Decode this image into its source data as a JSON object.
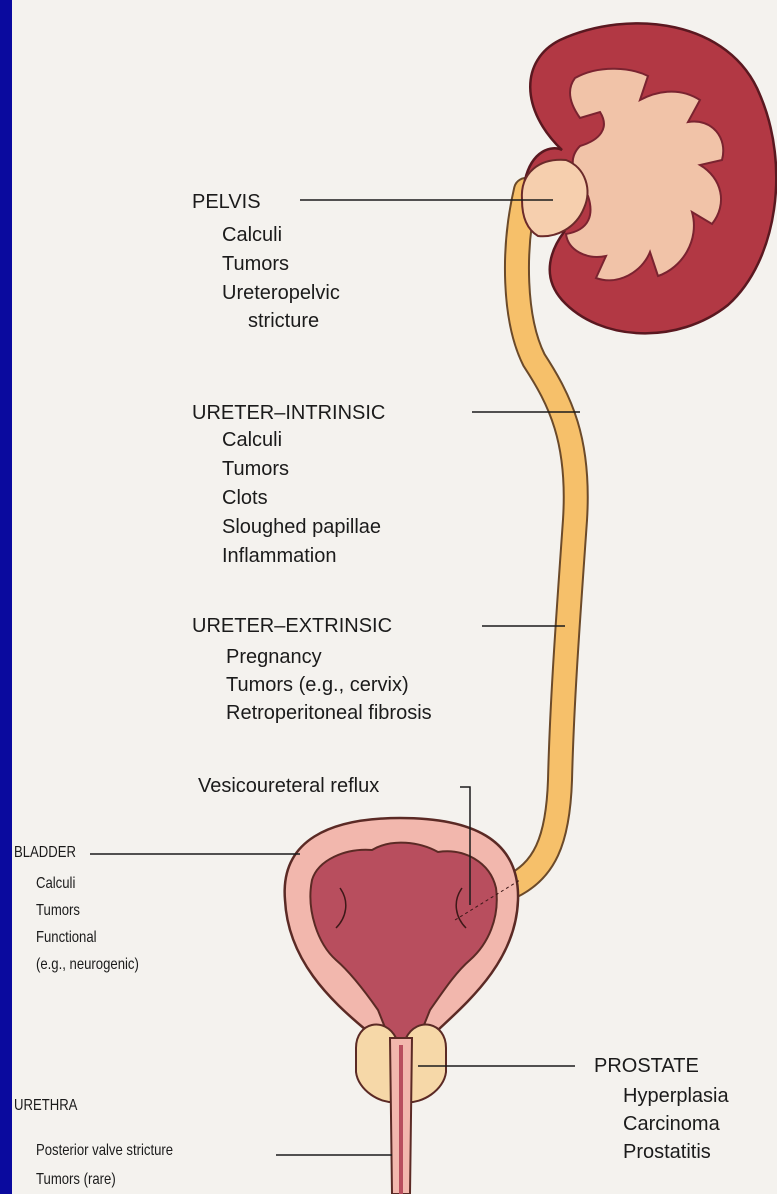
{
  "colors": {
    "frame": "#0a0a9e",
    "paper": "#f4f2ee",
    "kidney_cortex": "#b23844",
    "kidney_medulla": "#8f2d3a",
    "pelvis_fill": "#f2c7a5",
    "ureter": "#f6c06a",
    "bladder_wall": "#f2b7ad",
    "bladder_lumen": "#b84e5e",
    "prostate": "#f6d8a8"
  },
  "labels": {
    "pelvis": {
      "title": "PELVIS",
      "items": [
        "Calculi",
        "Tumors",
        "Ureteropelvic",
        "stricture"
      ]
    },
    "ureter_intrinsic": {
      "title": "URETER–INTRINSIC",
      "items": [
        "Calculi",
        "Tumors",
        "Clots",
        "Sloughed papillae",
        "Inflammation"
      ]
    },
    "ureter_extrinsic": {
      "title": "URETER–EXTRINSIC",
      "items": [
        "Pregnancy",
        "Tumors (e.g., cervix)",
        "Retroperitoneal fibrosis"
      ]
    },
    "vesicoureteral": {
      "title": "Vesicoureteral reflux"
    },
    "bladder": {
      "title": "BLADDER",
      "items": [
        "Calculi",
        "Tumors",
        "Functional",
        "(e.g., neurogenic)"
      ]
    },
    "urethra": {
      "title": "URETHRA",
      "items": [
        "Posterior valve stricture",
        "Tumors (rare)"
      ]
    },
    "prostate": {
      "title": "PROSTATE",
      "items": [
        "Hyperplasia",
        "Carcinoma",
        "Prostatitis"
      ]
    }
  }
}
